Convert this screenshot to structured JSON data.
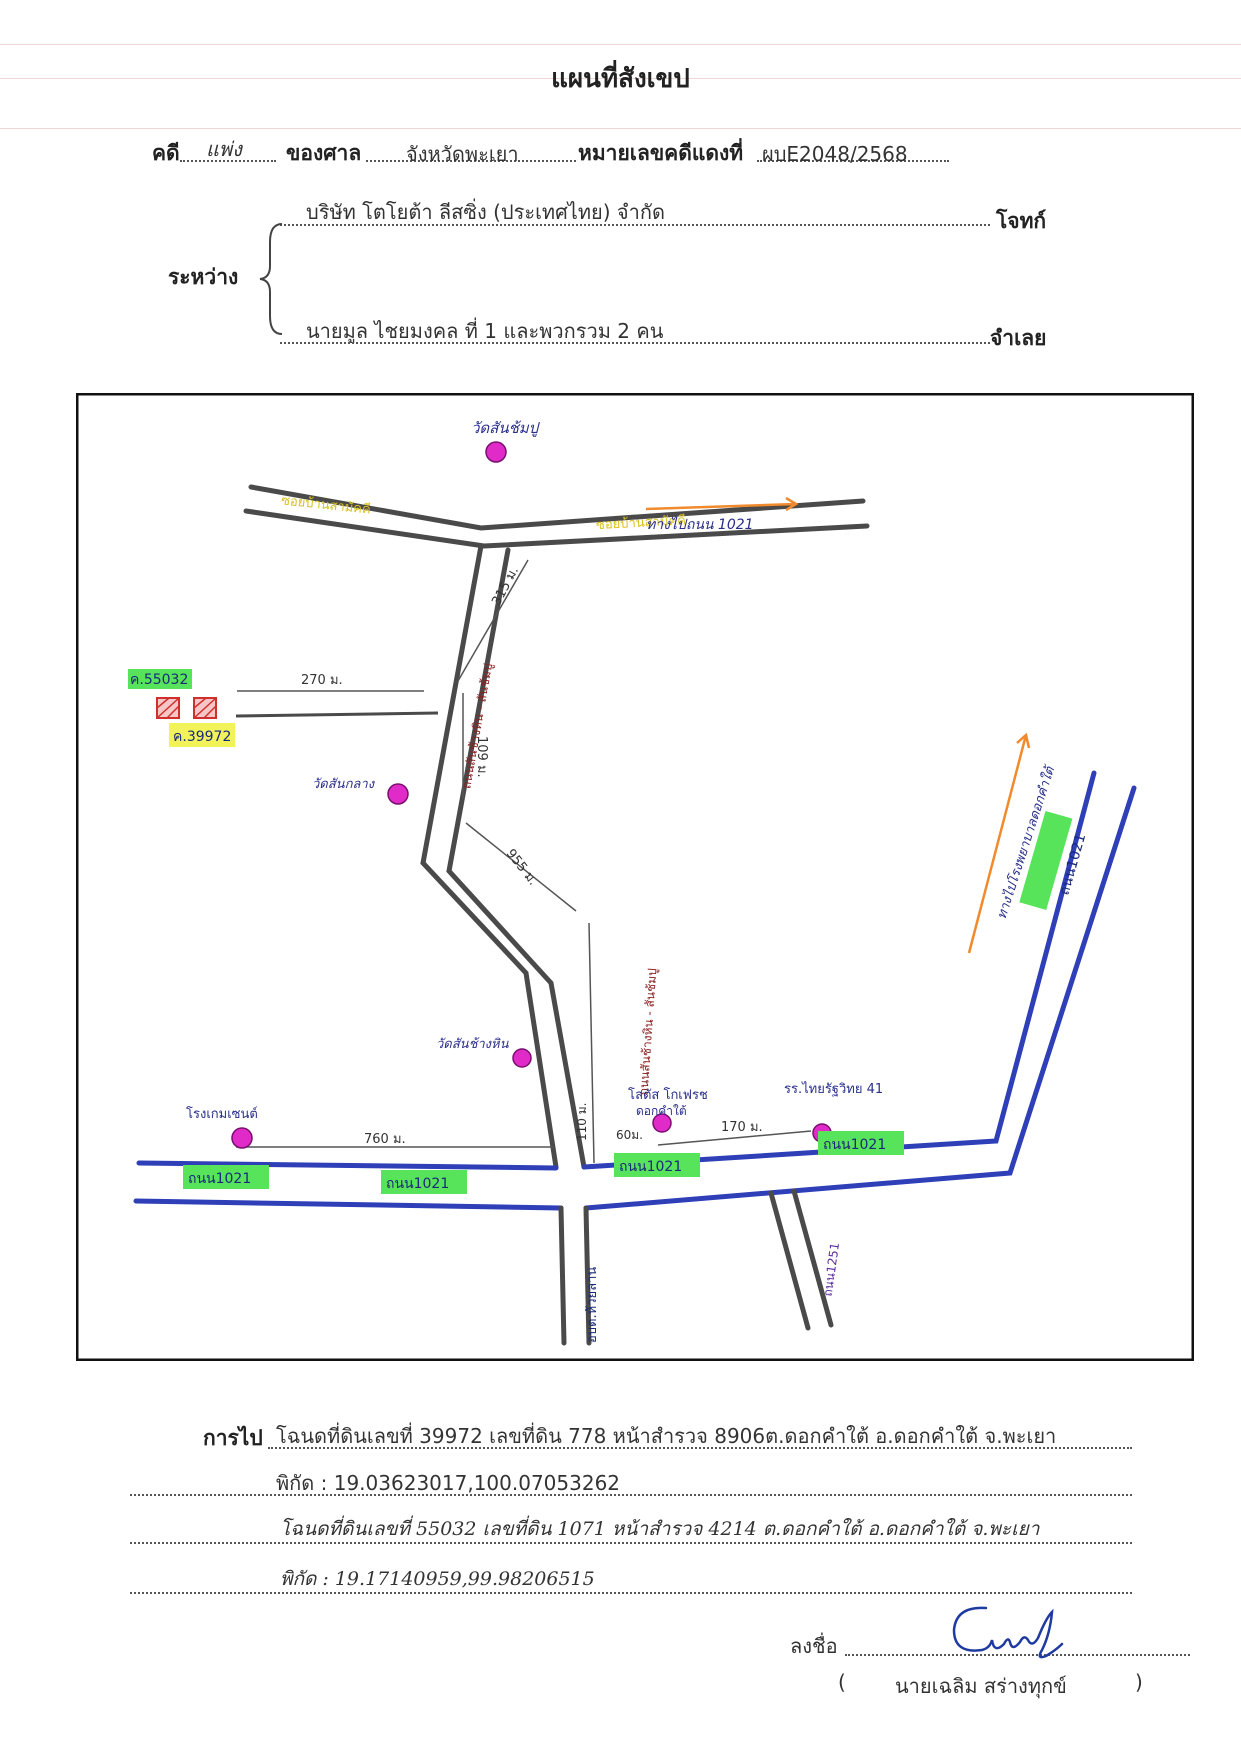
{
  "document": {
    "title": "แผนที่สังเขป",
    "case_label": "คดี",
    "case_type": "แพ่ง",
    "court_label": "ของศาล",
    "court_name": "จังหวัดพะเยา",
    "red_case_label": "หมายเลขคดีแดงที่",
    "red_case_no": "ผบE2048/2568",
    "between_label": "ระหว่าง",
    "plaintiff": "บริษัท โตโยต้า ลีสซิ่ง (ประเทศไทย) จำกัด",
    "plaintiff_label": "โจทก์",
    "defendant": "นายมูล ไชยมงคล ที่ 1 และพวกรวม 2 คน",
    "defendant_label": "จำเลย"
  },
  "map": {
    "temple_1": "วัดสันช้มปู",
    "road_top_left": "ซอยบ้านสามัคคี",
    "road_top_right": "ซอยบ้านสามัคคี",
    "direction_1021": "ทางไปถนน 1021",
    "dist_315": "315 ม.",
    "dist_270": "270 ม.",
    "parcel_1": "ค.55032",
    "parcel_2": "ค.39972",
    "road_side_1": "ถนนสันช้างหิน - สันช้มปู",
    "road_side_2": "ถนนสันช้างหิน - สันช้มปู",
    "dist_109": "109 ม.",
    "temple_2": "วัดสันกลาง",
    "dist_955": "955 ม.",
    "direction_right": "ทางไปโรงพยาบาลดอกคำใต้",
    "road_1021_vertical": "ถนน1021",
    "temple_3": "วัดสันช้างหิน",
    "lotus": "โลตัส โกเฟรช",
    "lotus_2": "ดอกคำใต้",
    "school": "รร.ไทยรัฐวิทย 41",
    "hospital": "โรงเกมเซนต์",
    "dist_760": "760 ม.",
    "dist_170": "170 ม.",
    "dist_110": "110 ม.",
    "dist_60": "60ม.",
    "road_1021_a": "ถนน1021",
    "road_1021_b": "ถนน1021",
    "road_1021_c": "ถนน1021",
    "road_1021_d": "ถนน1021",
    "road_bottom_left": "อบต.ห้วยลาน",
    "road_bottom_right": "ถนน1251"
  },
  "footer": {
    "directions_label": "การไป",
    "line_1": "โฉนดที่ดินเลขที่ 39972 เลขที่ดิน 778 หน้าสำรวจ 8906ต.ดอกคำใต้ อ.ดอกคำใต้ จ.พะเยา",
    "line_2": "พิกัด : 19.03623017,100.07053262",
    "line_3": "โฉนดที่ดินเลขที่ 55032 เลขที่ดิน 1071 หน้าสำรวจ 4214 ต.ดอกคำใต้ อ.ดอกคำใต้ จ.พะเยา",
    "line_4": "พิกัด : 19.17140959,99.98206515",
    "sign_label": "ลงชื่อ",
    "signer": "นายเฉลิม  สร่างทุกข์",
    "paren_open": "(",
    "paren_close": ")"
  },
  "colors": {
    "road_gray": "#4a4a4a",
    "road_blue": "#2e3fb8",
    "highlight_green": "#57e35a",
    "highlight_yellow": "#f2f25a",
    "temple_pink": "#e02bc8",
    "parcel_red": "#d0302c",
    "arrow_orange": "#f08a2c"
  }
}
